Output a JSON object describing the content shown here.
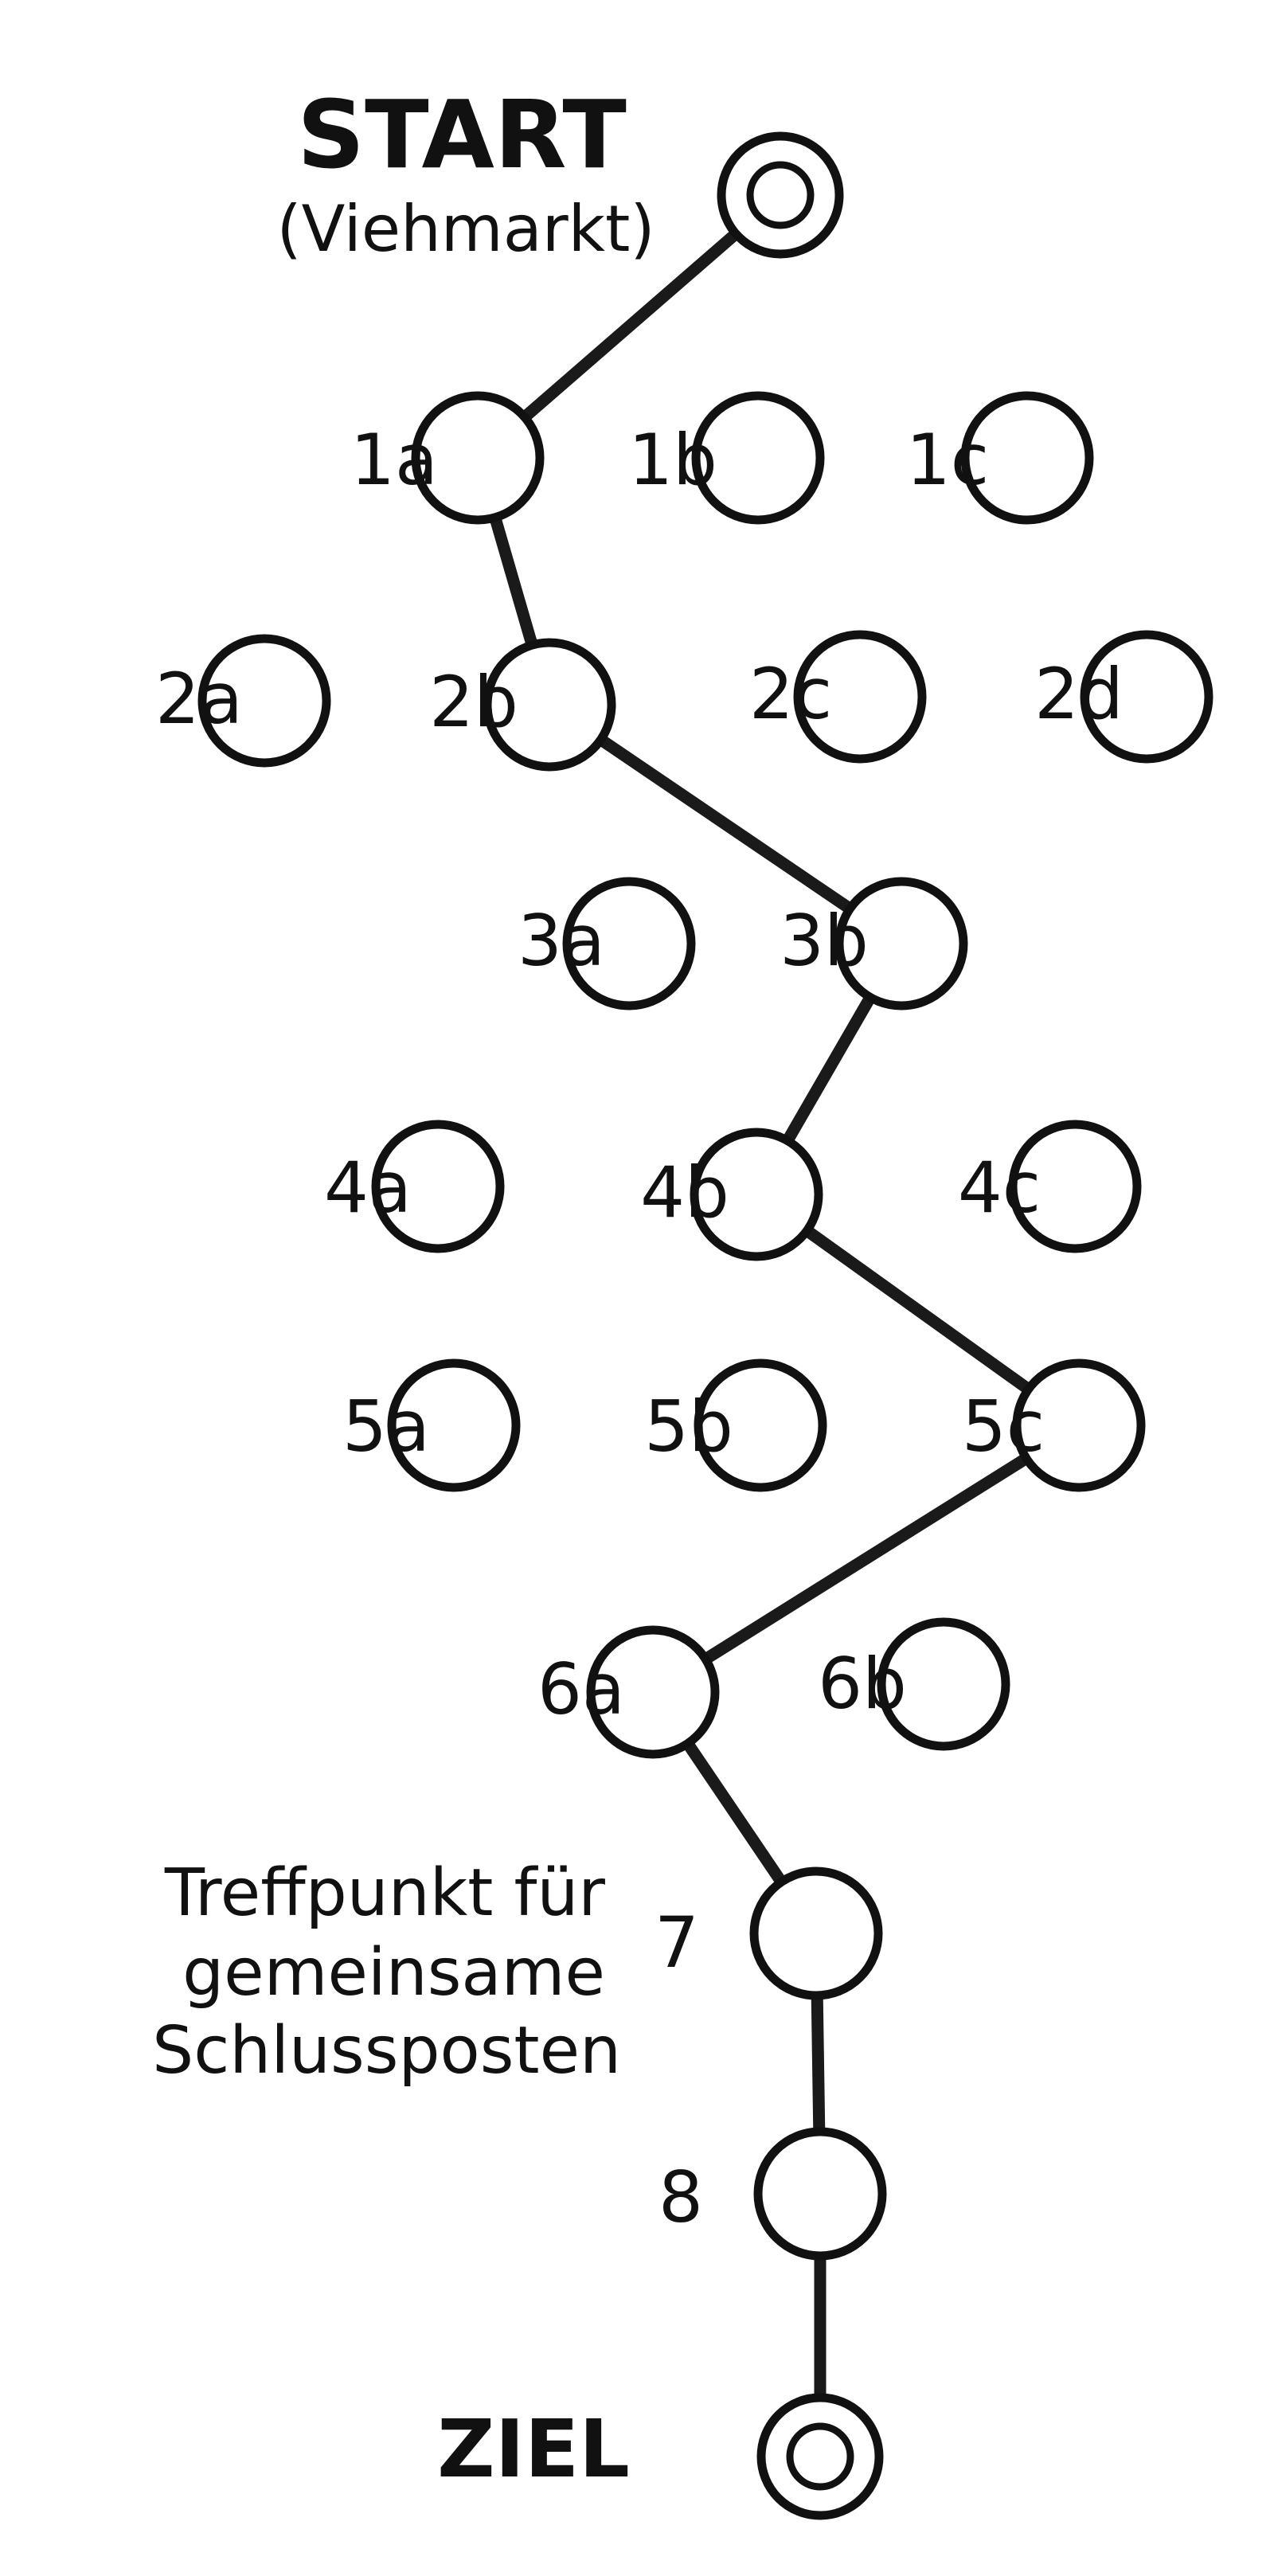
{
  "start": {
    "title": "START",
    "subtitle": "(Viehmarkt)"
  },
  "finish": {
    "title": "ZIEL"
  },
  "note": [
    "Treffpunkt für",
    "gemeinsame",
    "Schlussposten"
  ],
  "posts": [
    {
      "id": "1a",
      "label": "1a"
    },
    {
      "id": "1b",
      "label": "1b"
    },
    {
      "id": "1c",
      "label": "1c"
    },
    {
      "id": "2a",
      "label": "2a"
    },
    {
      "id": "2b",
      "label": "2b"
    },
    {
      "id": "2c",
      "label": "2c"
    },
    {
      "id": "2d",
      "label": "2d"
    },
    {
      "id": "3a",
      "label": "3a"
    },
    {
      "id": "3b",
      "label": "3b"
    },
    {
      "id": "4a",
      "label": "4a"
    },
    {
      "id": "4b",
      "label": "4b"
    },
    {
      "id": "4c",
      "label": "4c"
    },
    {
      "id": "5a",
      "label": "5a"
    },
    {
      "id": "5b",
      "label": "5b"
    },
    {
      "id": "5c",
      "label": "5c"
    },
    {
      "id": "6a",
      "label": "6a"
    },
    {
      "id": "6b",
      "label": "6b"
    },
    {
      "id": "7",
      "label": "7"
    },
    {
      "id": "8",
      "label": "8"
    }
  ],
  "route": [
    "start",
    "1a",
    "2b",
    "3b",
    "4b",
    "5c",
    "6a",
    "7",
    "8",
    "finish"
  ]
}
